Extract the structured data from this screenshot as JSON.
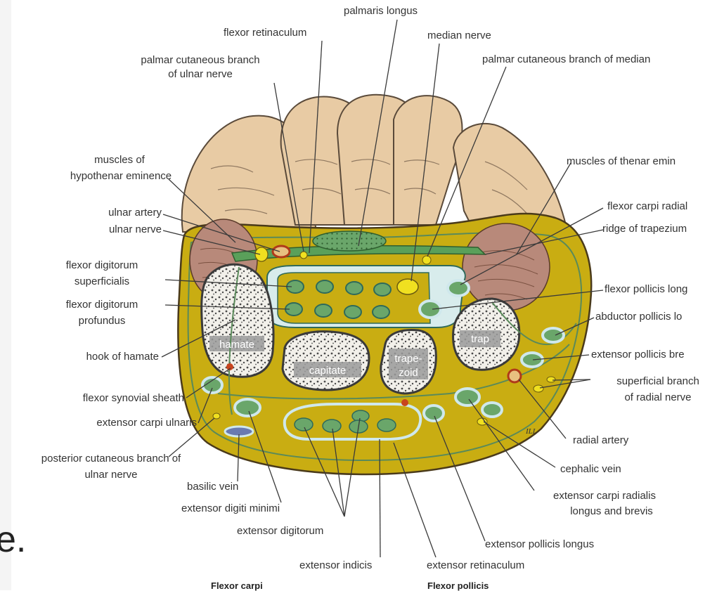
{
  "labels": {
    "palmaris_longus": "palmaris longus",
    "flexor_retinaculum": "flexor retinaculum",
    "median_nerve": "median nerve",
    "palmar_cut_ulnar_1": "palmar cutaneous branch",
    "palmar_cut_ulnar_2": "of ulnar nerve",
    "palmar_cut_median": "palmar cutaneous branch of median",
    "hypothenar_1": "muscles of",
    "hypothenar_2": "hypothenar eminence",
    "thenar": "muscles of thenar emin",
    "ulnar_artery": "ulnar artery",
    "ulnar_nerve": "ulnar nerve",
    "fcr": "flexor carpi radial",
    "ridge_trapezium": "ridge of trapezium",
    "fds_1": "flexor digitorum",
    "fds_2": "superficialis",
    "fdp_1": "flexor digitorum",
    "fdp_2": "profundus",
    "fpl_front": "flexor pollicis long",
    "apl": "abductor pollicis lo",
    "hook_hamate": "hook of hamate",
    "epb": "extensor pollicis bre",
    "superficial_radial_1": "superficial branch",
    "superficial_radial_2": "of radial nerve",
    "flexor_synovial": "flexor synovial sheath",
    "ecu": "extensor carpi ulnaris",
    "post_cut_ulnar_1": "posterior cutaneous branch of",
    "post_cut_ulnar_2": "ulnar nerve",
    "radial_artery": "radial artery",
    "cephalic_vein": "cephalic vein",
    "basilic_vein": "basilic vein",
    "edm": "extensor digiti minimi",
    "ecrl_1": "extensor carpi radialis",
    "ecrl_2": "longus and brevis",
    "ext_digitorum": "extensor digitorum",
    "epl": "extensor pollicis longus",
    "ext_indicis": "extensor indicis",
    "ext_retinaculum": "extensor retinaculum"
  },
  "bones": {
    "hamate": "hamate",
    "capitate": "capitate",
    "trapezoid_1": "trape-",
    "trapezoid_2": "zoid",
    "trapezium": "trap"
  },
  "signature": "ILL",
  "cropped_text": {
    "left": "Flexor carpi",
    "right": "Flexor pollicis",
    "slide_fragment": "e."
  },
  "colors": {
    "tissue": "#c9ad12",
    "hand": "#e8cba4",
    "tendon_fill": "#6aa66a",
    "sheath": "#cfe8ec",
    "nerve": "#f0e020",
    "artery": "#c8441e",
    "label_text": "#333333",
    "leader": "#3a3a3a"
  }
}
